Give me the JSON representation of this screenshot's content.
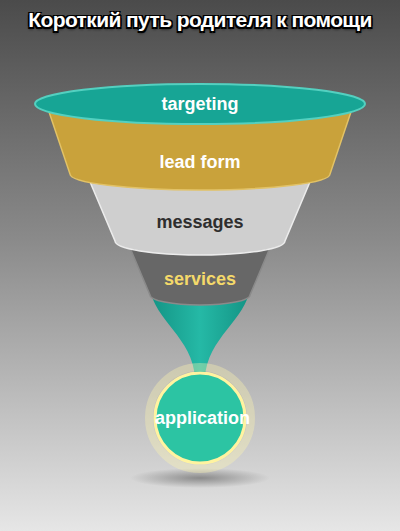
{
  "diagram": {
    "title": "Короткий путь родителя к помощи",
    "nodes": [
      {
        "text": [
          "targeting"
        ]
      },
      {
        "text": [
          "lead form"
        ]
      },
      {
        "text": [
          "messages"
        ]
      },
      {
        "text": [
          "services"
        ]
      },
      {
        "text": [
          "application"
        ]
      }
    ]
  }
}
